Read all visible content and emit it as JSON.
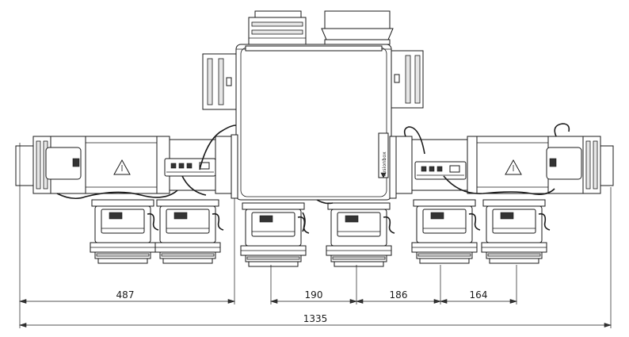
{
  "drawing": {
    "brand_text": "fusionbox",
    "dimensions": [
      {
        "id": "left",
        "label": "487"
      },
      {
        "id": "first-pair",
        "label": "190"
      },
      {
        "id": "second-pair",
        "label": "186"
      },
      {
        "id": "third-pair",
        "label": "164"
      },
      {
        "id": "overall",
        "label": "1335"
      }
    ],
    "colors": {
      "line": "#1a1a1a",
      "fill": "#ffffff",
      "shade": "#e6e6e6",
      "dark": "#333333"
    }
  }
}
